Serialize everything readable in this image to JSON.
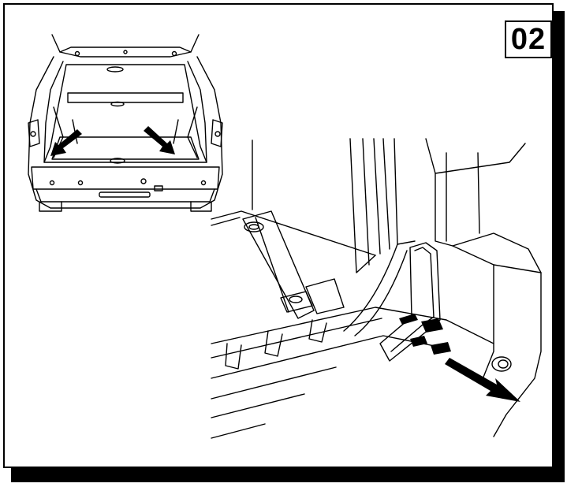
{
  "step": {
    "number": "02"
  },
  "illustrations": {
    "overview": "car-rear-overview-illustration",
    "detail": "trunk-corner-trim-detail-illustration"
  },
  "colors": {
    "ink": "#000000",
    "paper": "#ffffff"
  }
}
